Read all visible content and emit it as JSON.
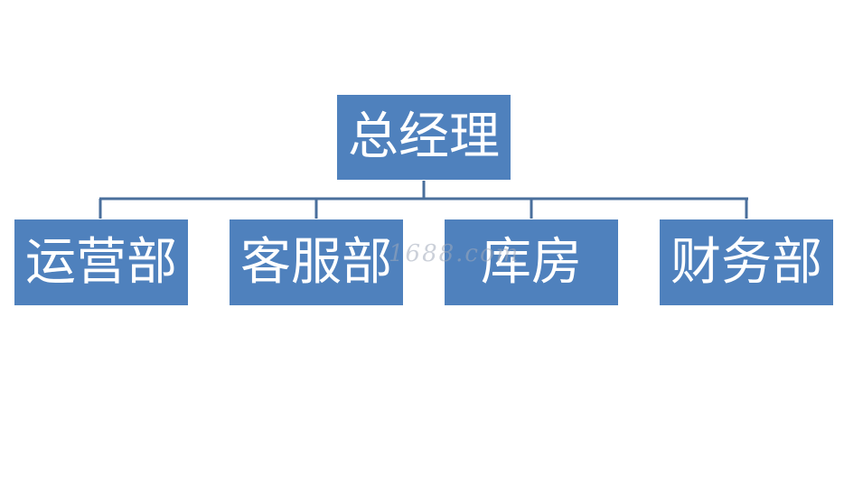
{
  "diagram": {
    "colors": {
      "node_fill": "#4f81bd",
      "node_text": "#ffffff",
      "connector": "#4a6f9c",
      "background": "#ffffff"
    },
    "root": {
      "label": "总经理"
    },
    "children": [
      {
        "label": "运营部"
      },
      {
        "label": "客服部"
      },
      {
        "label": "库房"
      },
      {
        "label": "财务部"
      }
    ],
    "watermark": "1688.com"
  }
}
